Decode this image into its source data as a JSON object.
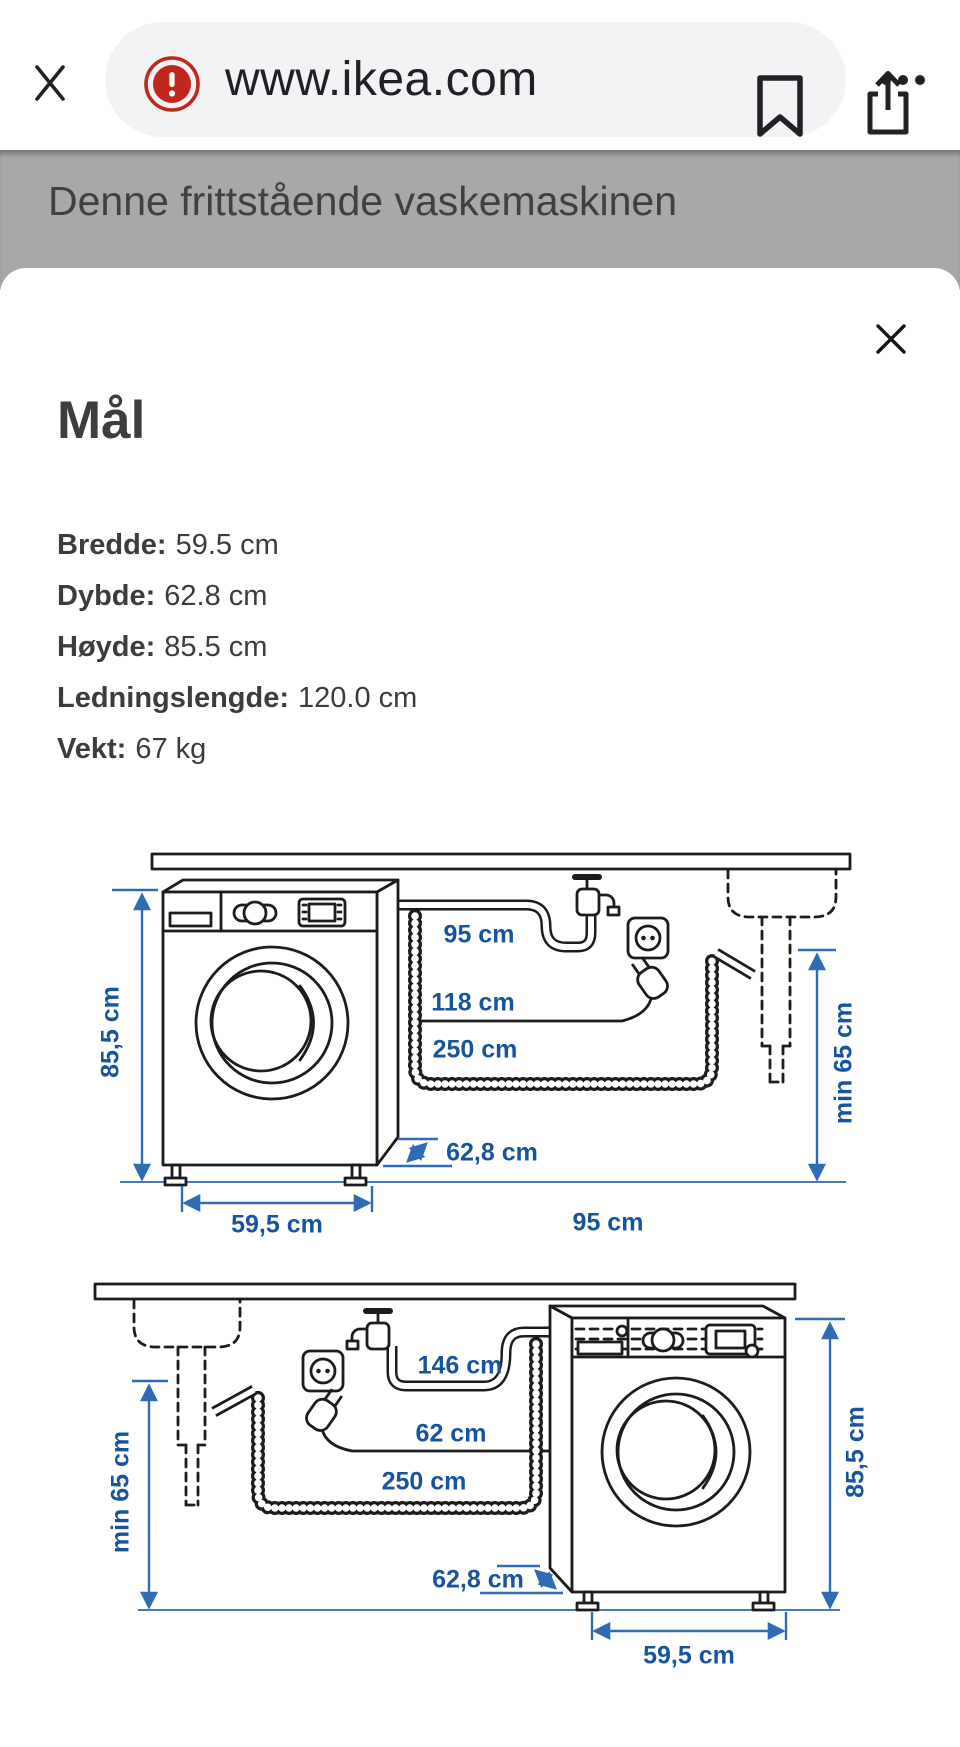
{
  "browser": {
    "url": "www.ikea.com"
  },
  "banner": {
    "text": "Denne frittstående vaskemaskinen"
  },
  "modal": {
    "title": "Mål",
    "specs": [
      {
        "label": "Bredde:",
        "value": "59.5 cm"
      },
      {
        "label": "Dybde:",
        "value": "62.8 cm"
      },
      {
        "label": "Høyde:",
        "value": "85.5 cm"
      },
      {
        "label": "Ledningslengde:",
        "value": "120.0 cm"
      },
      {
        "label": "Vekt:",
        "value": "67 kg"
      }
    ]
  },
  "diagrams": {
    "top": {
      "height": "85,5 cm",
      "supply_hose": "95 cm",
      "power_cord": "118 cm",
      "drain_hose": "250 cm",
      "depth": "62,8 cm",
      "width": "59,5 cm",
      "clearance": "95 cm",
      "drain_min": "min 65 cm"
    },
    "bottom": {
      "height": "85,5 cm",
      "supply_hose": "146 cm",
      "power_cord": "62 cm",
      "drain_hose": "250 cm",
      "depth": "62,8 cm",
      "width": "59,5 cm",
      "drain_min": "min 65 cm"
    }
  },
  "colors": {
    "dimension_text_blue": "#17549E",
    "dimension_line_blue": "#2F6CB5",
    "warning_red": "#C0281E"
  }
}
